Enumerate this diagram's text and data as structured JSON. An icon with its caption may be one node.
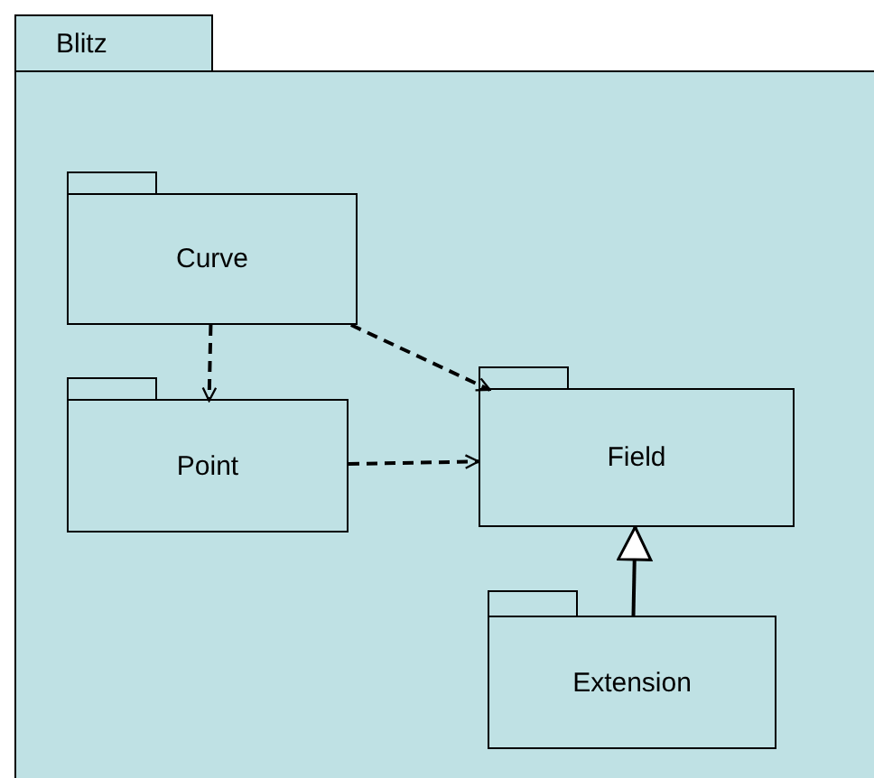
{
  "diagram": {
    "nodes": [
      {
        "text": [
          "Blitz"
        ]
      },
      {
        "text": [
          "Curve"
        ],
        "in": 0
      },
      {
        "text": [
          "Point"
        ],
        "in": 0
      },
      {
        "text": [
          "Field"
        ],
        "in": 0
      },
      {
        "text": [
          "Extension"
        ],
        "in": 0
      }
    ],
    "edges": [
      {
        "from": 1,
        "to": 2,
        "arrow": "to",
        "style": "dashed"
      },
      {
        "from": 1,
        "to": 3,
        "arrow": "to",
        "style": "dashed"
      },
      {
        "from": 2,
        "to": 3,
        "arrow": "to",
        "style": "dashed"
      },
      {
        "from": 4,
        "to": 3,
        "arrow": "to"
      }
    ]
  }
}
